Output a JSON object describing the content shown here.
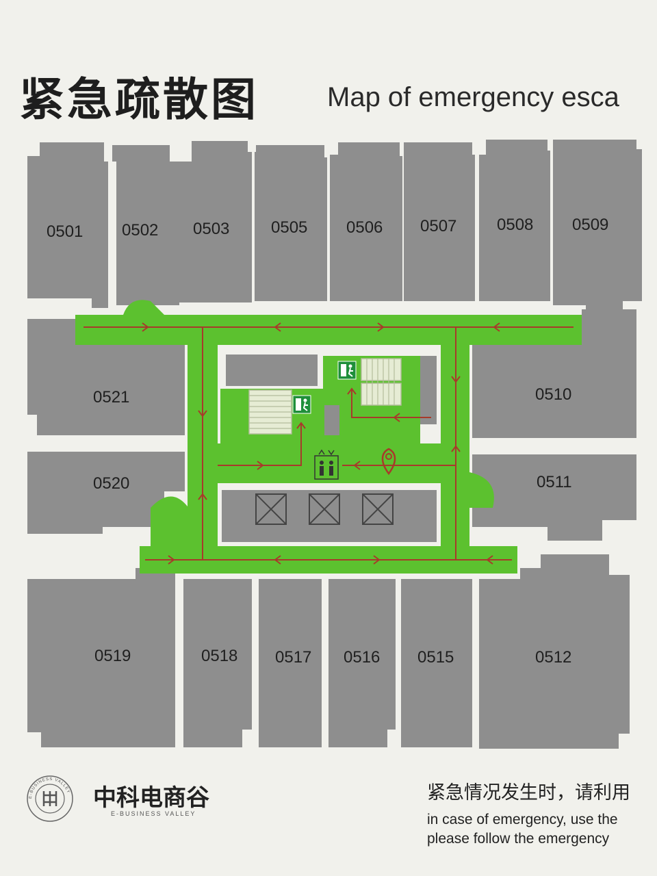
{
  "title": {
    "cn": "紧急疏散图",
    "en": "Map of emergency esca"
  },
  "rooms": [
    {
      "id": "0501"
    },
    {
      "id": "0502"
    },
    {
      "id": "0503"
    },
    {
      "id": "0505"
    },
    {
      "id": "0506"
    },
    {
      "id": "0507"
    },
    {
      "id": "0508"
    },
    {
      "id": "0509"
    },
    {
      "id": "0510"
    },
    {
      "id": "0511"
    },
    {
      "id": "0512"
    },
    {
      "id": "0515"
    },
    {
      "id": "0516"
    },
    {
      "id": "0517"
    },
    {
      "id": "0518"
    },
    {
      "id": "0519"
    },
    {
      "id": "0520"
    },
    {
      "id": "0521"
    }
  ],
  "colors": {
    "room": "#8e8e8e",
    "wall": "#f3f3ee",
    "corridor": "#5cc12f",
    "route": "#a83a2a",
    "stairs": "#e6ecd4"
  },
  "icons": [
    "emergency-exit-icon",
    "elevator-icon",
    "you-are-here-icon",
    "shaft-icon"
  ],
  "brand": {
    "cn": "中科电商谷",
    "en": "E-BUSINESS VALLEY",
    "ring_text": "E-BUSINESS VALLEY"
  },
  "note": {
    "cn": "紧急情况发生时，请利用",
    "en_line1": "in case of emergency, use the",
    "en_line2": "please follow the emergency"
  }
}
